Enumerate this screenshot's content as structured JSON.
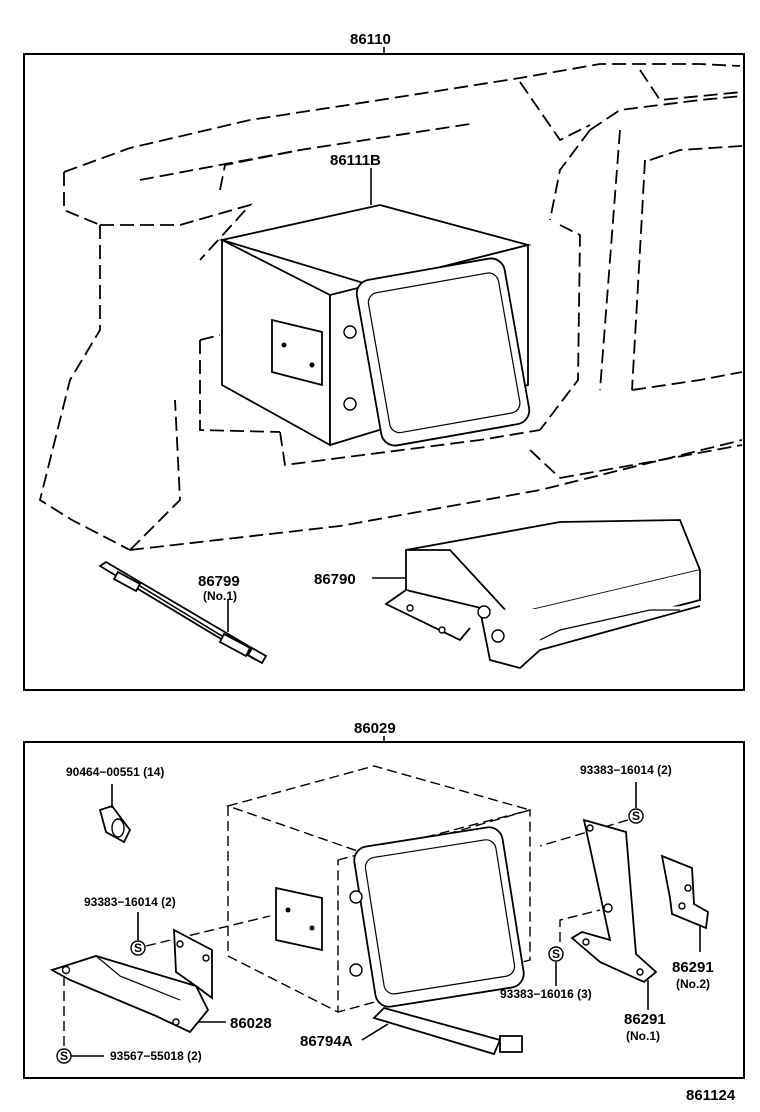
{
  "upper_panel": {
    "assembly_number": "86110",
    "parts": {
      "radio_unit": "86111B",
      "antenna_cord": "86799",
      "antenna_cord_note": "(No.1)",
      "amplifier": "86790"
    }
  },
  "lower_panel": {
    "assembly_number": "86029",
    "parts": {
      "clamp": "90464−00551 (14)",
      "screw_upper_right": "93383−16014 (2)",
      "screw_left": "93383−16014 (2)",
      "screw_lower_middle": "93383−16016 (3)",
      "bracket_no2": "86291",
      "bracket_no2_note": "(No.2)",
      "bracket_no1": "86291",
      "bracket_no1_note": "(No.1)",
      "bracket_left": "86028",
      "tube": "86794A",
      "screw_bottom": "93567−55018 (2)",
      "screw_symbol": "S"
    }
  },
  "illustration_number": "861124"
}
